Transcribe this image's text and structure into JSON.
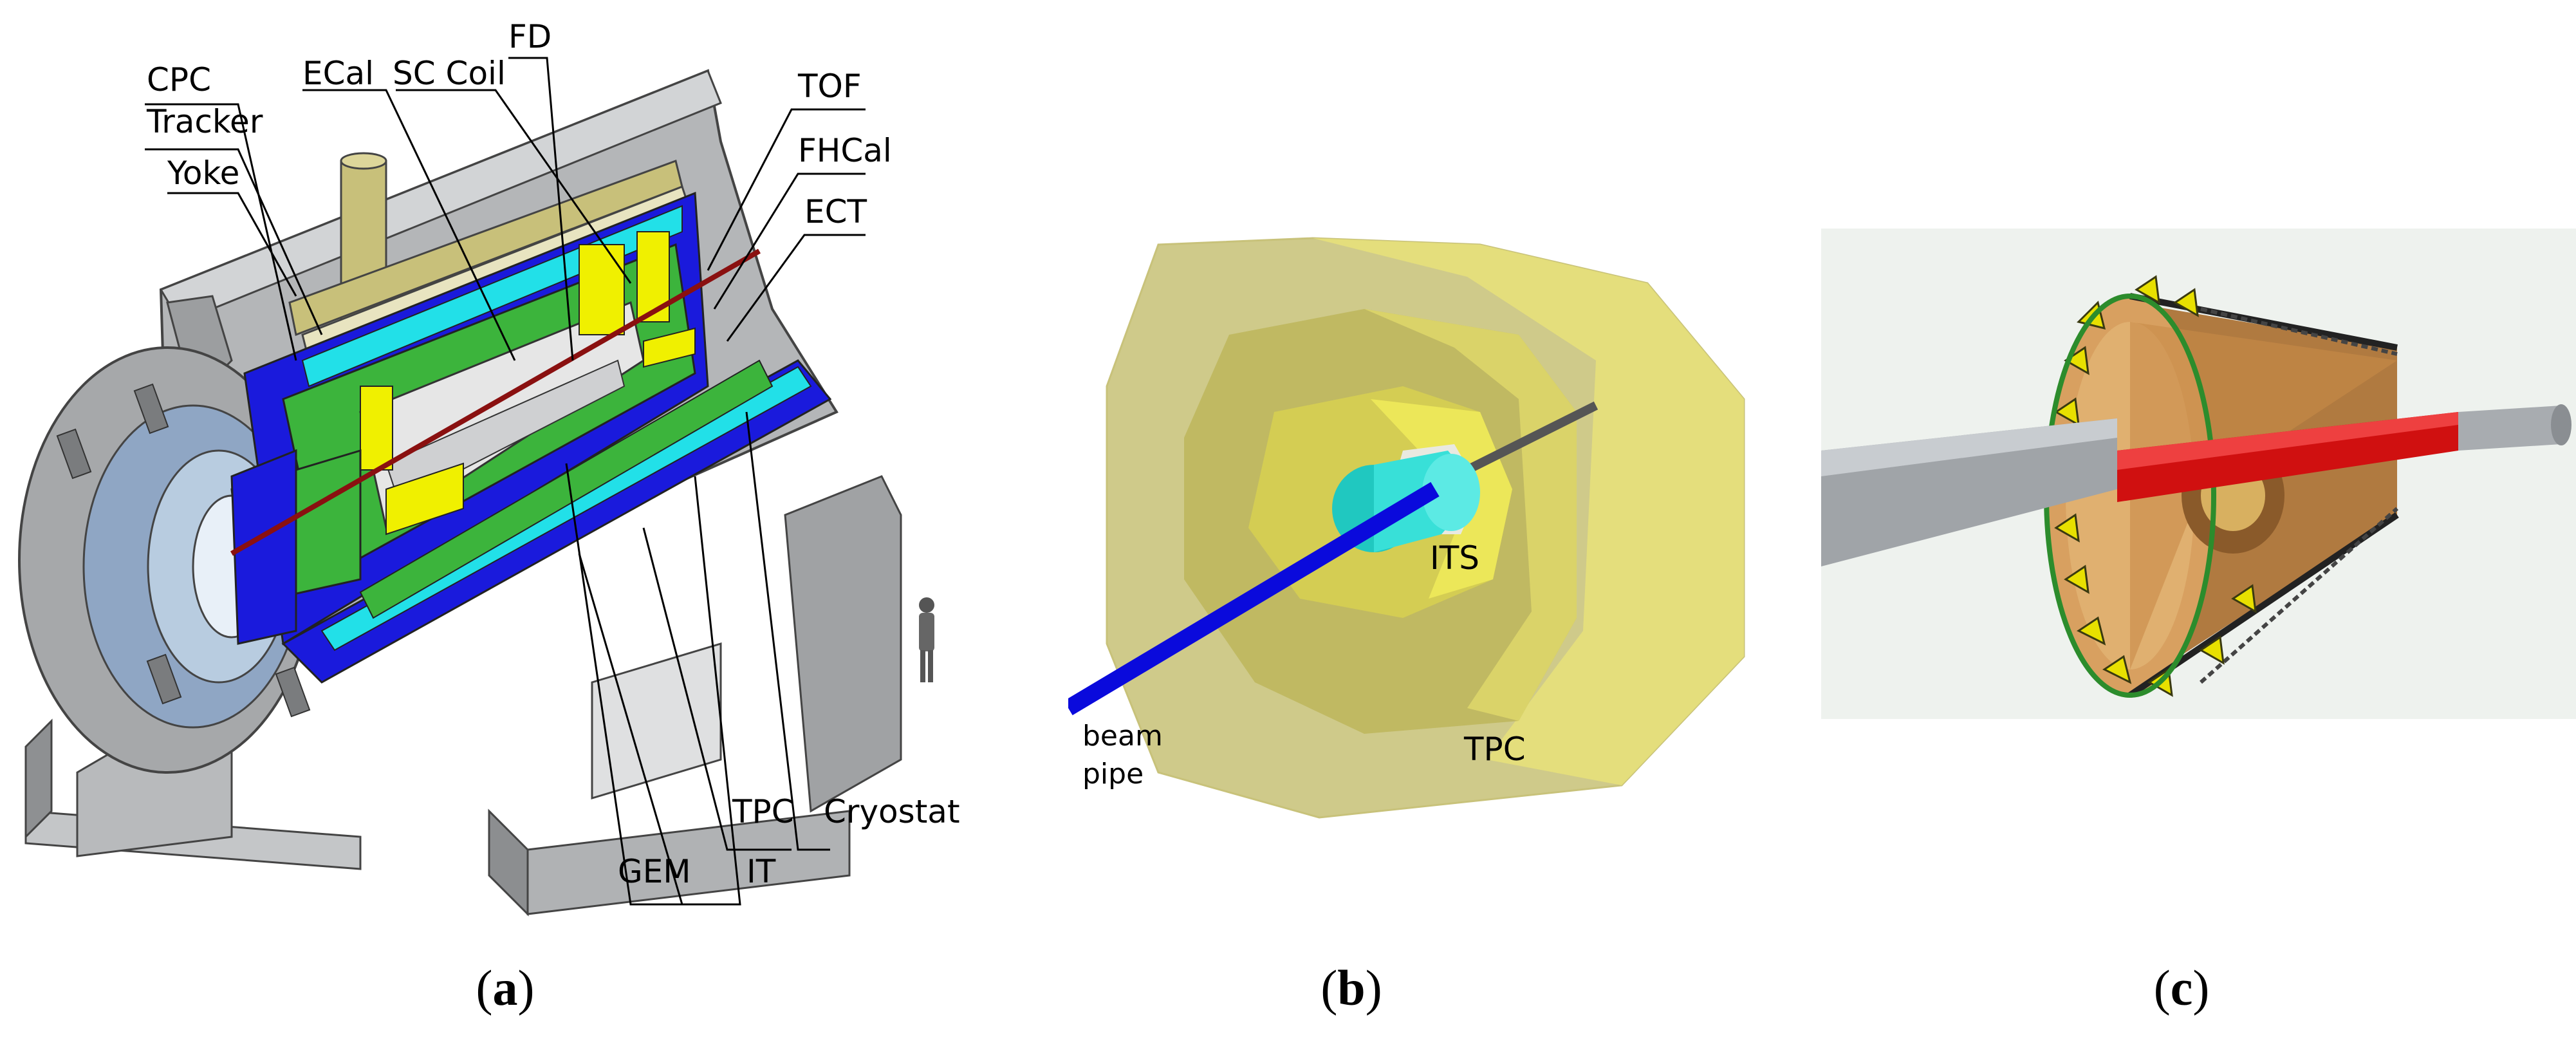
{
  "panel_a": {
    "labels": {
      "cpc": "CPC",
      "tracker": "Tracker",
      "yoke": "Yoke",
      "ecal": "ECal",
      "sc_coil": "SC Coil",
      "fd": "FD",
      "tof": "TOF",
      "fhcal": "FHCal",
      "ect": "ECT",
      "tpc": "TPC",
      "cryostat": "Cryostat",
      "gem": "GEM",
      "it": "IT"
    },
    "caption_letter": "a"
  },
  "panel_b": {
    "labels": {
      "its": "ITS",
      "tpc": "TPC",
      "beam_pipe_line1": "beam",
      "beam_pipe_line2": "pipe"
    },
    "caption_letter": "b"
  },
  "panel_c": {
    "caption_letter": "c"
  },
  "colors": {
    "steel_gray": "#a9abad",
    "detector_blue": "#1a1adc",
    "cyan": "#22e0e8",
    "green": "#3cb43c",
    "yellow": "#f0f000",
    "tpc_yellow": "#d8d27a",
    "its_cyan": "#38e0d8",
    "beam_blue": "#0a0adc",
    "beam_red": "#d01010",
    "copper": "#d8a060"
  }
}
